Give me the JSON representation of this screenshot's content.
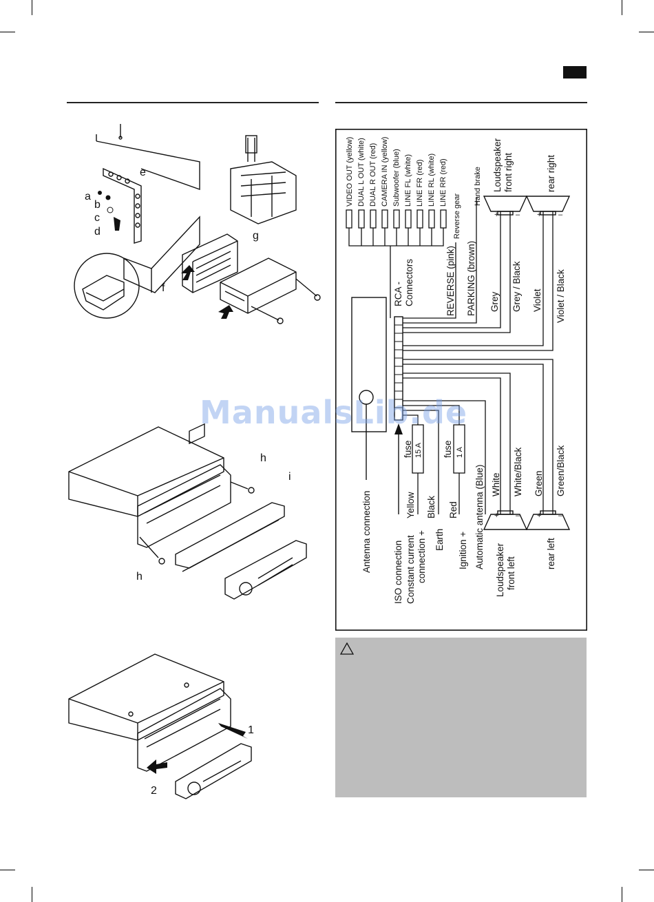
{
  "watermark": "ManualsLib.de",
  "install_fig1": {
    "labels": {
      "a": "a",
      "b": "b",
      "c": "c",
      "d": "d",
      "e": "e",
      "f": "f",
      "g": "g"
    }
  },
  "install_fig2": {
    "labels": {
      "h_top": "h",
      "h_bottom": "h",
      "i": "i"
    }
  },
  "install_fig3": {
    "labels": {
      "one": "1",
      "two": "2"
    }
  },
  "wiring": {
    "rca_outputs": [
      "VIDEO OUT (yellow)",
      "DUAL L OUT (white)",
      "DUAL R OUT (red)",
      "CAMERA IN (yellow)",
      "Subwoofer (blue)",
      "LINE FL (white)",
      "LINE FR (red)",
      "LINE RL (white)",
      "LINE RR (red)"
    ],
    "rca_label_1": "RCA -",
    "rca_label_2": "Connectors",
    "reverse_gear": "Reverse gear",
    "reverse": "REVERSE (pink)",
    "hand_brake": "Hand brake",
    "parking": "PARKING (brown)",
    "spk_fr_1": "Loudspeaker",
    "spk_fr_2": "front right",
    "spk_rr": "rear right",
    "grey": "Grey",
    "grey_black": "Grey / Black",
    "violet": "Violet",
    "violet_black": "Violet / Black",
    "antenna": "Antenna connection",
    "iso": "ISO connection",
    "constant_1": "Constant current",
    "constant_2": "connection +",
    "yellow": "Yellow",
    "black": "Black",
    "earth": "Earth",
    "fuse": "fuse",
    "fuse_15": "15 A",
    "fuse_1": "1 A",
    "red": "Red",
    "ignition": "Ignition +",
    "auto_antenna": "Automatic antenna (Blue)",
    "white": "White",
    "white_black": "White/Black",
    "green": "Green",
    "green_black": "Green/Black",
    "spk_fl_1": "Loudspeaker",
    "spk_fl_2": "front left",
    "spk_rl": "rear left",
    "plus": "+",
    "minus": "–"
  },
  "warning": {
    "icon": "warning-triangle-icon"
  }
}
